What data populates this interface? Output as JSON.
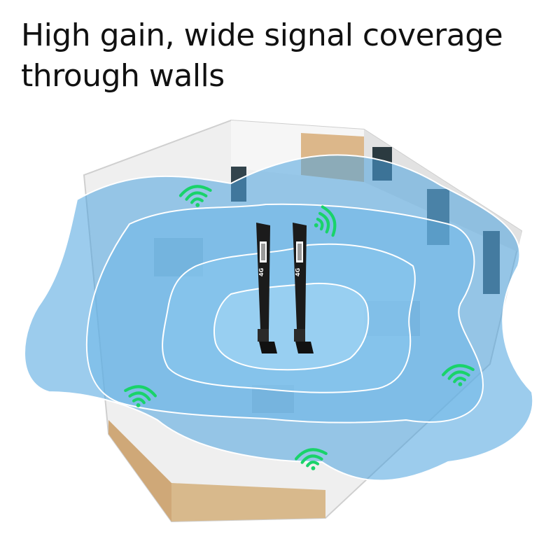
{
  "headline": {
    "line1": "High gain, wide signal coverage",
    "line2": "through walls"
  },
  "antenna_label": "4G",
  "colors": {
    "coverage_blue": "#4aa3df",
    "wifi_green": "#19d36a",
    "antenna_black": "#1b1b1b",
    "floor_wood": "#d8b98c",
    "wall_white": "#f1f1f1"
  },
  "icons": [
    "wifi-signal-icon"
  ]
}
